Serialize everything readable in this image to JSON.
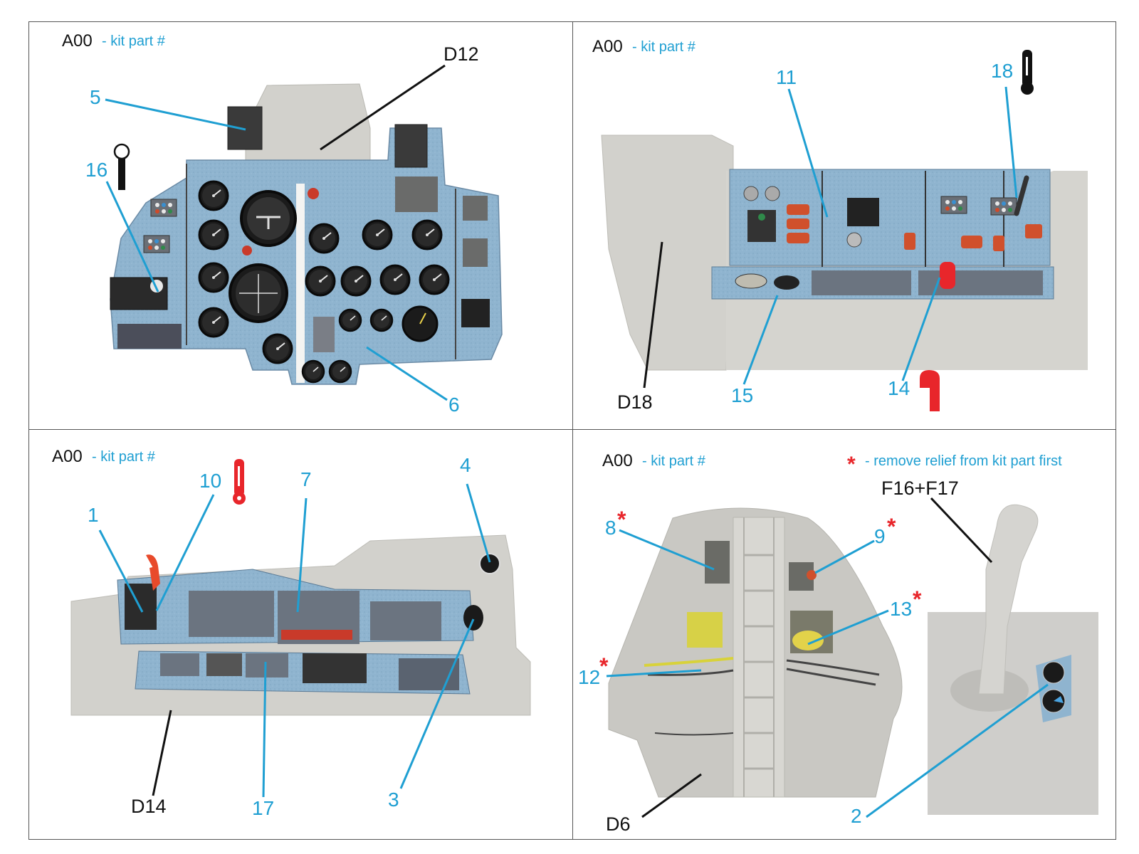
{
  "panels": [
    {
      "id": "top-left",
      "legend": {
        "code": "A00",
        "desc": "- kit part #"
      },
      "kit_parts": [
        "D12"
      ],
      "callouts": [
        "5",
        "16",
        "6"
      ]
    },
    {
      "id": "top-right",
      "legend": {
        "code": "A00",
        "desc": "- kit part #"
      },
      "kit_parts": [
        "D18"
      ],
      "callouts": [
        "11",
        "18",
        "15",
        "14"
      ]
    },
    {
      "id": "bottom-left",
      "legend": {
        "code": "A00",
        "desc": "- kit part #"
      },
      "kit_parts": [
        "D14"
      ],
      "callouts": [
        "10",
        "7",
        "4",
        "1",
        "17",
        "3"
      ]
    },
    {
      "id": "bottom-right",
      "legend": {
        "code": "A00",
        "desc": "- kit part #"
      },
      "note": {
        "star": "*",
        "text": "- remove relief from kit part first"
      },
      "kit_parts": [
        "F16+F17",
        "D6"
      ],
      "callouts": [
        "8",
        "9",
        "13",
        "12",
        "2"
      ],
      "starred": [
        "*",
        "*",
        "*",
        "*"
      ]
    }
  ],
  "colors": {
    "callout": "#1f9fd2",
    "kit_part": "#111111",
    "star": "#e8262b",
    "panel_blue": "#8fb4cf",
    "resin_grey": "#d2d1cc"
  },
  "icons": [
    "lever-black-white-knob-icon",
    "lever-black-icon",
    "lever-red-icon",
    "lever-red-bent-icon"
  ]
}
